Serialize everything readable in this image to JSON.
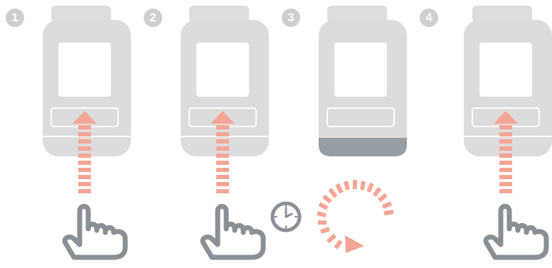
{
  "steps": [
    {
      "number": "1",
      "action": "press",
      "timer": false
    },
    {
      "number": "2",
      "action": "press-and-hold",
      "timer": true
    },
    {
      "number": "3",
      "action": "rotate",
      "timer": false
    },
    {
      "number": "4",
      "action": "press",
      "timer": false
    }
  ],
  "icons": [
    "thermostat-icon",
    "press-arrow-icon",
    "hand-pointer-icon",
    "clock-icon",
    "rotate-arrow-icon"
  ],
  "colors": {
    "device_body": "#dcdcdc",
    "device_cap": "#dddddd",
    "device_bottom_highlight": "#969ea4",
    "arrow": "#f4a595",
    "hand_outline": "#8a9095",
    "step_number_circle": "#cfcfcf"
  }
}
